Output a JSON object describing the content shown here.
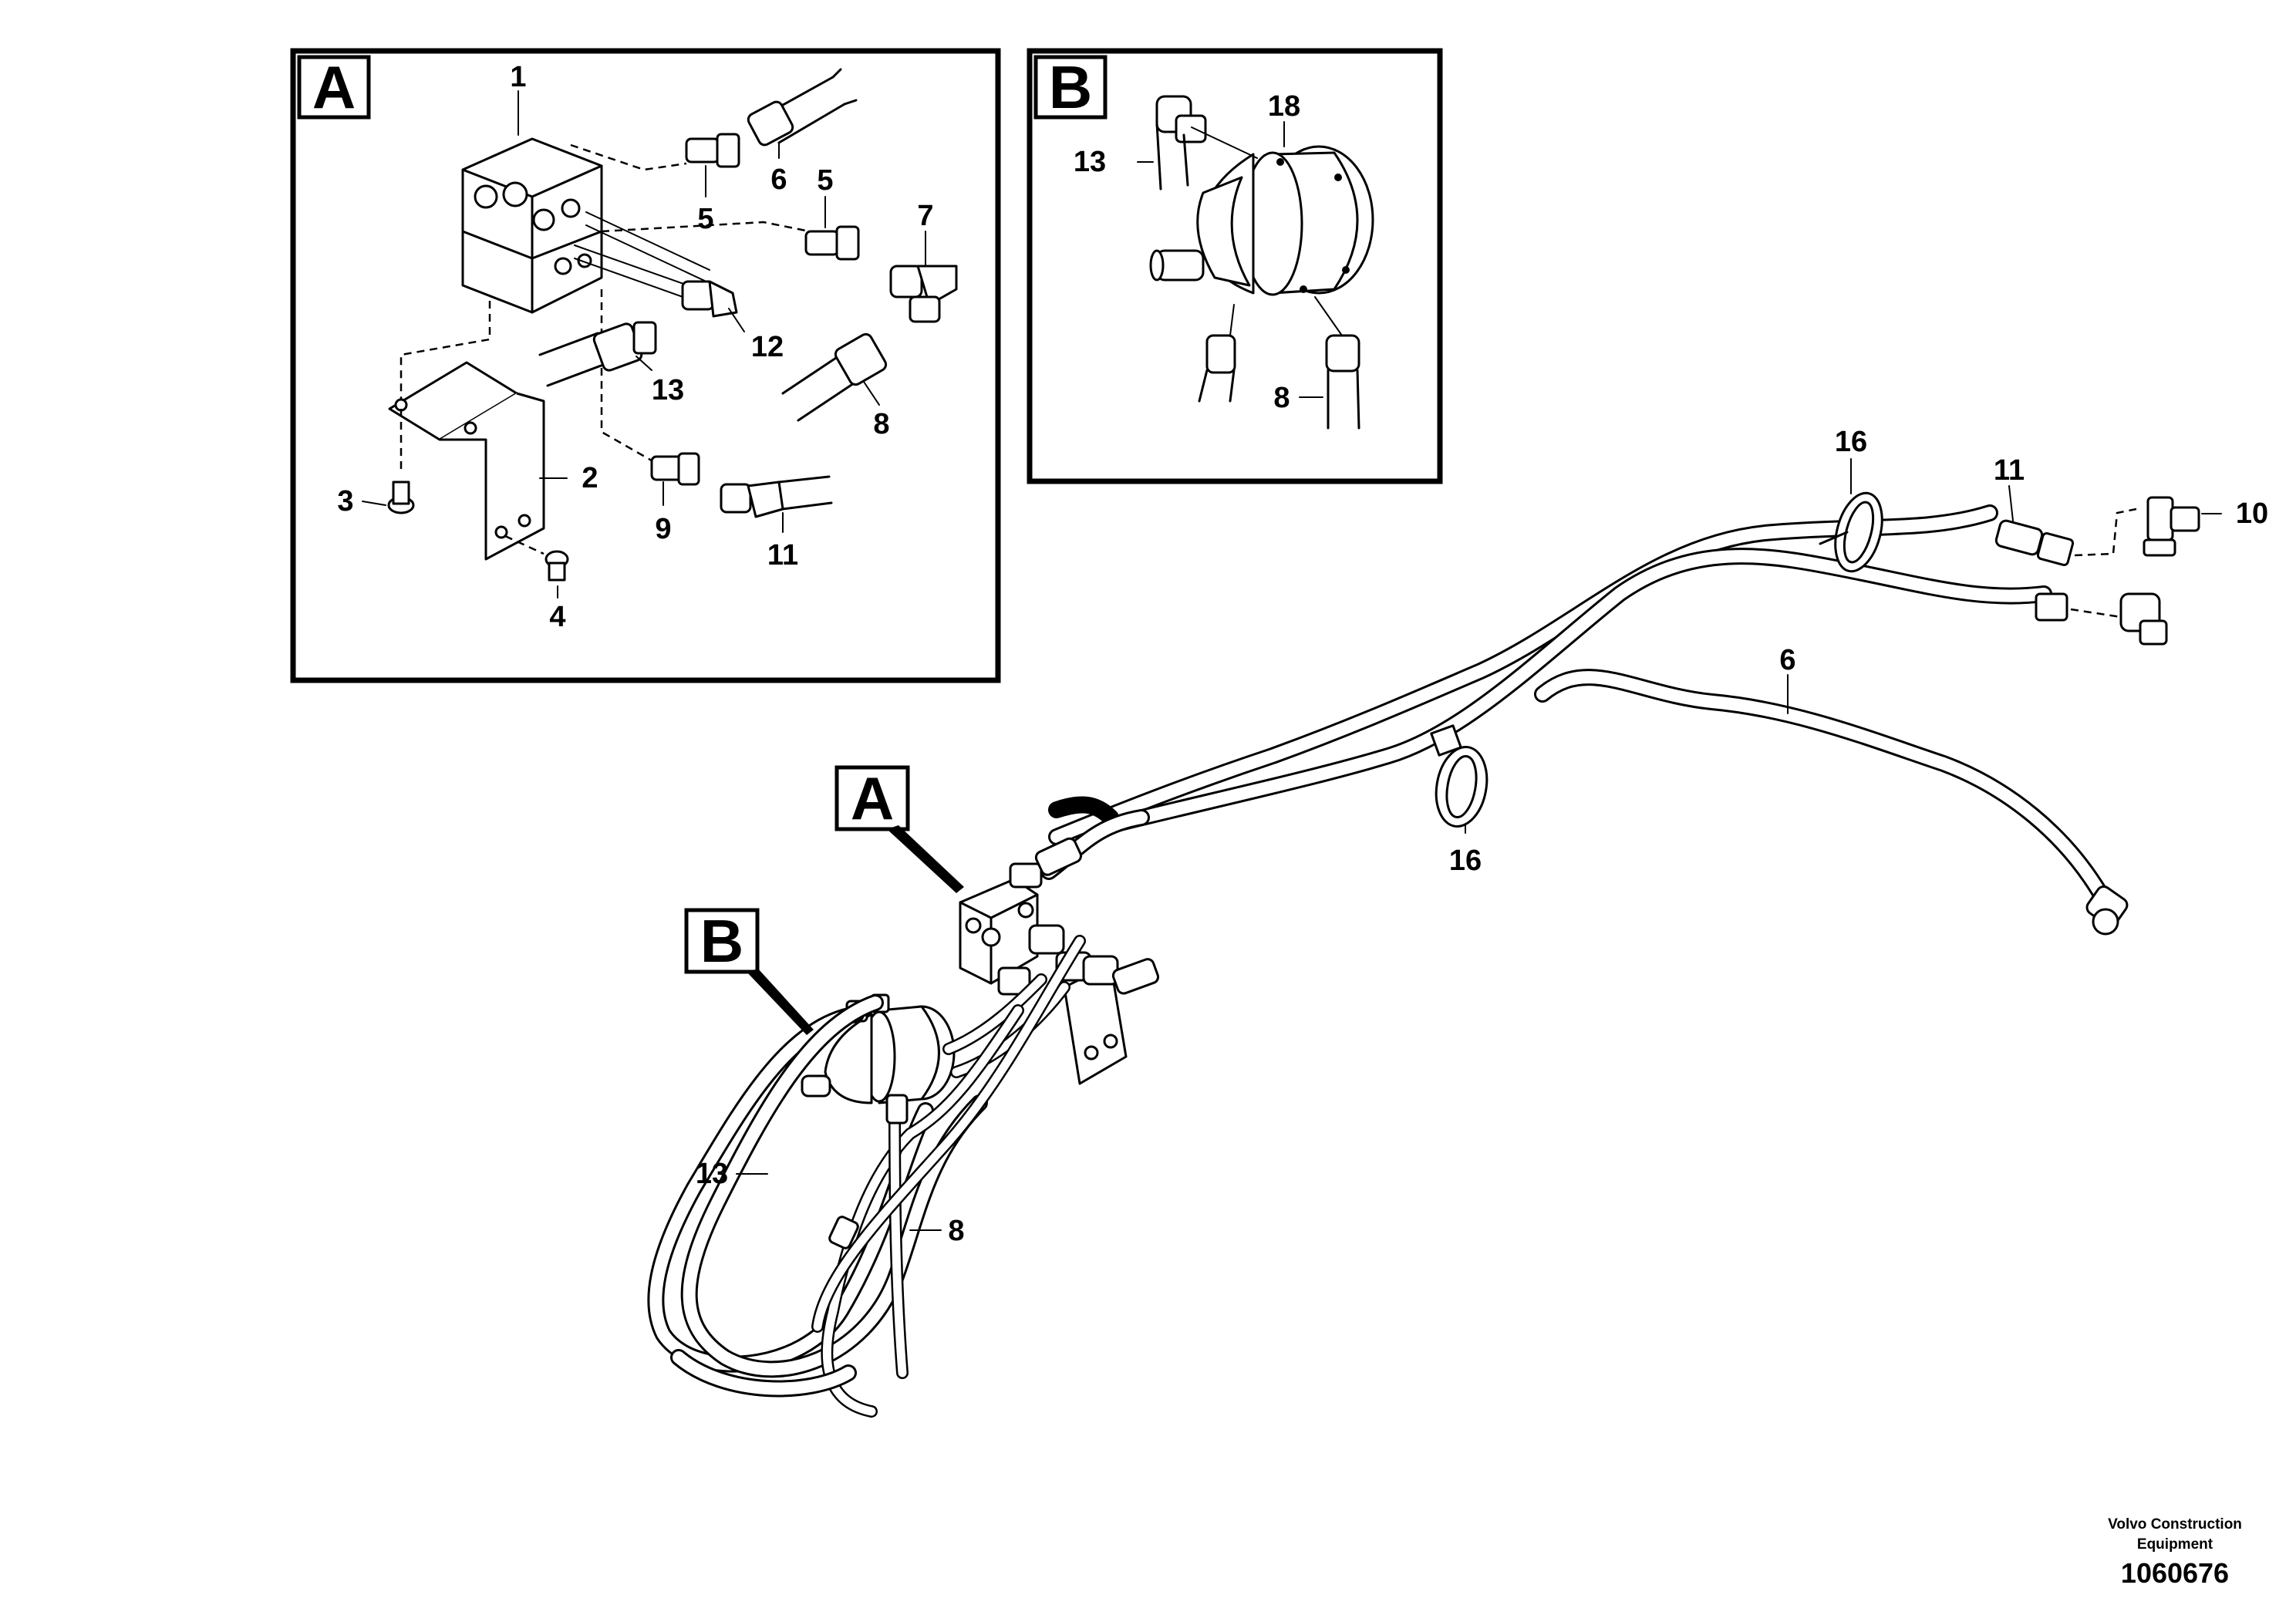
{
  "detail_a": {
    "letter": "A"
  },
  "detail_b": {
    "letter": "B"
  },
  "callout_a": {
    "letter": "A"
  },
  "callout_b": {
    "letter": "B"
  },
  "labels_a": {
    "p1": "1",
    "p2": "2",
    "p3": "3",
    "p4": "4",
    "p5a": "5",
    "p5b": "5",
    "p6": "6",
    "p7": "7",
    "p8": "8",
    "p9": "9",
    "p11": "11",
    "p12": "12",
    "p13": "13"
  },
  "labels_b": {
    "p13": "13",
    "p18": "18",
    "p8": "8"
  },
  "labels_main": {
    "p16a": "16",
    "p16b": "16",
    "p11": "11",
    "p10": "10",
    "p6": "6",
    "p13": "13",
    "p8": "8"
  },
  "footer": {
    "company_line1": "Volvo Construction",
    "company_line2": "Equipment",
    "drawing_number": "1060676"
  }
}
